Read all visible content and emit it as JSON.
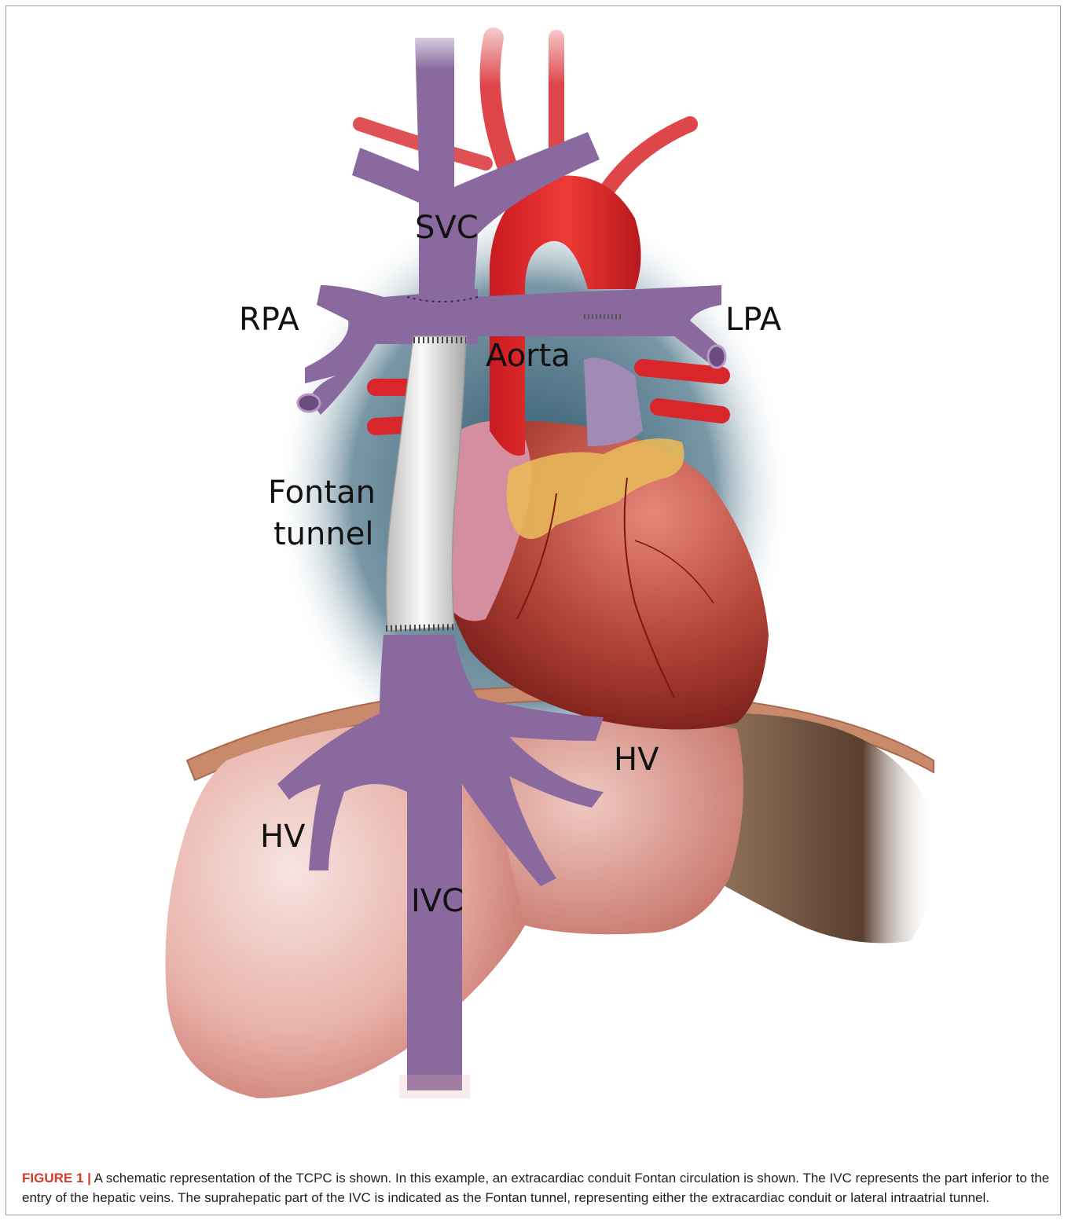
{
  "figure": {
    "label": "FIGURE 1 |",
    "caption": " A schematic representation of the TCPC is shown. In this example, an extracardiac conduit Fontan circulation is shown. The IVC represents the part inferior to the entry of the hepatic veins. The suprahepatic part of the IVC is indicated as the Fontan tunnel, representing either the extracardiac conduit or lateral intraatrial tunnel."
  },
  "labels": {
    "svc": "SVC",
    "rpa": "RPA",
    "lpa": "LPA",
    "aorta": "Aorta",
    "fontan_line1": "Fontan",
    "fontan_line2": "tunnel",
    "hv_right": "HV",
    "hv_left": "HV",
    "ivc": "IVC"
  },
  "colors": {
    "vein_purple": "#8a6a9e",
    "artery_red": "#d8262a",
    "heart_red": "#b53a30",
    "liver_pink": "#e5a9a0",
    "conduit_white": "#ececec",
    "fat_yellow": "#e8b85a",
    "shadow_blue": "#1f4a60",
    "caption_accent": "#d23a2b"
  }
}
